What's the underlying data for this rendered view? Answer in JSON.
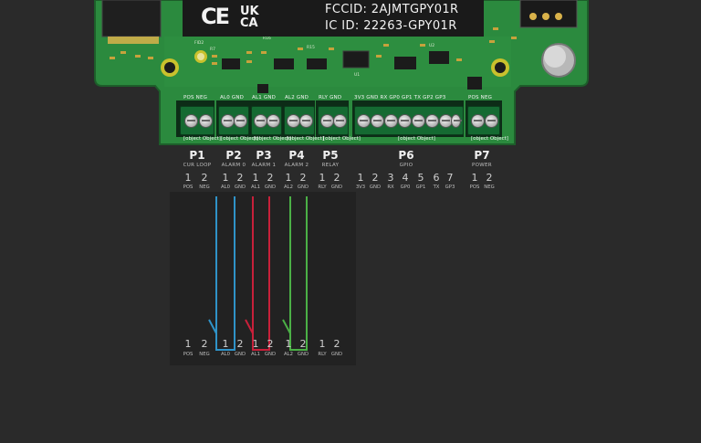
{
  "certification": {
    "ce_mark": "CE",
    "ukca_line1": "UK",
    "ukca_line2": "CA",
    "fcc_id": "FCCID: 2AJMTGPY01R",
    "ic_id": "IC ID: 22263-GPY01R"
  },
  "board_silkscreen": {
    "pin_labels": [
      {
        "text": "POS NEG"
      },
      {
        "text": "AL0 GND"
      },
      {
        "text": "AL1 GND"
      },
      {
        "text": "AL2 GND"
      },
      {
        "text": "RLY GND"
      },
      {
        "text": "3V3 GND RX GP0 GP1 TX GP2 GP3"
      },
      {
        "text": "POS NEG"
      }
    ],
    "group_labels": [
      {
        "text": "CUR LOOP"
      },
      {
        "text": "ALARM 0"
      },
      {
        "text": "ALARM 1"
      },
      {
        "text": "ALARM 2"
      },
      {
        "text": "RELAY"
      },
      {
        "text": "GPIO"
      },
      {
        "text": "POWER"
      }
    ],
    "component_labels": [
      "FID2",
      "R16",
      "R15",
      "U1",
      "R7",
      "U2"
    ]
  },
  "connectors": [
    {
      "id": "P1",
      "name": "CUR LOOP",
      "pins": [
        {
          "num": "1",
          "label": "POS"
        },
        {
          "num": "2",
          "label": "NEG"
        }
      ]
    },
    {
      "id": "P2",
      "name": "ALARM 0",
      "pins": [
        {
          "num": "1",
          "label": "AL0"
        },
        {
          "num": "2",
          "label": "GND"
        }
      ]
    },
    {
      "id": "P3",
      "name": "ALARM 1",
      "pins": [
        {
          "num": "1",
          "label": "AL1"
        },
        {
          "num": "2",
          "label": "GND"
        }
      ]
    },
    {
      "id": "P4",
      "name": "ALARM 2",
      "pins": [
        {
          "num": "1",
          "label": "AL2"
        },
        {
          "num": "2",
          "label": "GND"
        }
      ]
    },
    {
      "id": "P5",
      "name": "RELAY",
      "pins": [
        {
          "num": "1",
          "label": "RLY"
        },
        {
          "num": "2",
          "label": "GND"
        }
      ]
    },
    {
      "id": "P6",
      "name": "GPIO",
      "pins": [
        {
          "num": "1",
          "label": "3V3"
        },
        {
          "num": "2",
          "label": "GND"
        },
        {
          "num": "3",
          "label": "RX"
        },
        {
          "num": "4",
          "label": "GP0"
        },
        {
          "num": "5",
          "label": "GP1"
        },
        {
          "num": "6",
          "label": "TX"
        },
        {
          "num": "7",
          "label": "GP3"
        }
      ]
    },
    {
      "id": "P7",
      "name": "POWER",
      "pins": [
        {
          "num": "1",
          "label": "POS"
        },
        {
          "num": "2",
          "label": "NEG"
        }
      ]
    }
  ],
  "switch_diagram": {
    "pins": [
      {
        "num": "1",
        "label": "POS"
      },
      {
        "num": "2",
        "label": "NEG"
      },
      {
        "num": "1",
        "label": "AL0"
      },
      {
        "num": "2",
        "label": "GND"
      },
      {
        "num": "1",
        "label": "AL1"
      },
      {
        "num": "2",
        "label": "GND"
      },
      {
        "num": "1",
        "label": "AL2"
      },
      {
        "num": "2",
        "label": "GND"
      },
      {
        "num": "1",
        "label": "RLY"
      },
      {
        "num": "2",
        "label": "GND"
      }
    ],
    "wires": [
      {
        "connector": "P2",
        "color": "#2f93c8"
      },
      {
        "connector": "P3",
        "color": "#c8203a"
      },
      {
        "connector": "P4",
        "color": "#4bb046"
      }
    ]
  },
  "colors": {
    "background": "#2a2a2a",
    "pcb": "#2b8a3e",
    "terminal": "#156a32",
    "diagram_panel": "#222222"
  }
}
